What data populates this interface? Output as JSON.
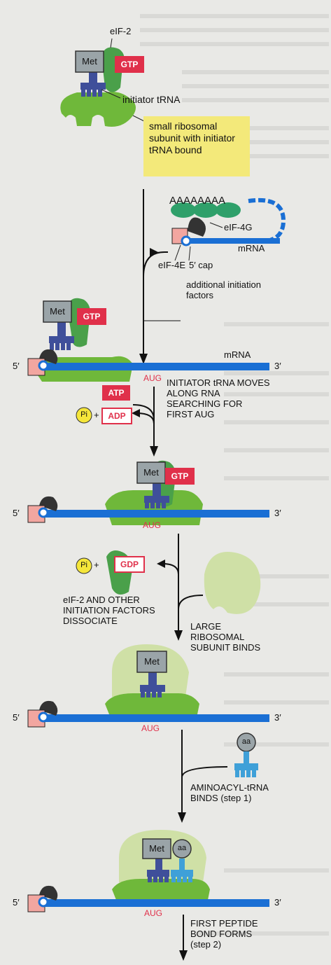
{
  "step0": {
    "met": "Met",
    "eif2": "eIF-2",
    "gtp": "GTP",
    "initiator_trna": "initiator tRNA",
    "callout": "small ribosomal subunit with initiator tRNA bound"
  },
  "mrna_complex": {
    "polya": "AAAAAAAA",
    "eif4g": "eIF-4G",
    "mrna": "mRNA",
    "eif4e": "eIF-4E",
    "cap": "5′ cap",
    "additional": "additional initiation factors"
  },
  "strand1": {
    "met": "Met",
    "gtp": "GTP",
    "mrna": "mRNA",
    "five": "5′",
    "three": "3′",
    "aug": "AUG"
  },
  "scan": {
    "atp": "ATP",
    "pi": "Pi",
    "plus": "+",
    "adp": "ADP",
    "text": "INITIATOR tRNA MOVES ALONG RNA SEARCHING FOR FIRST AUG"
  },
  "strand2": {
    "met": "Met",
    "gtp": "GTP",
    "five": "5′",
    "three": "3′",
    "aug": "AUG"
  },
  "dissociate": {
    "pi": "Pi",
    "plus": "+",
    "gdp": "GDP",
    "text": "eIF-2 AND OTHER INITIATION FACTORS DISSOCIATE"
  },
  "large": {
    "text": "LARGE RIBOSOMAL SUBUNIT BINDS"
  },
  "strand3": {
    "met": "Met",
    "five": "5′",
    "three": "3′",
    "aug": "AUG"
  },
  "aminoacyl": {
    "aa": "aa",
    "text": "AMINOACYL-tRNA BINDS (step 1)"
  },
  "strand4": {
    "met": "Met",
    "aa": "aa",
    "five": "5′",
    "three": "3′",
    "aug": "AUG"
  },
  "peptide": {
    "text": "FIRST PEPTIDE BOND FORMS (step 2)"
  },
  "colors": {
    "mrna": "#1a6fd4",
    "ribosome": "#6fb83a",
    "trna": "#3f4f9a",
    "gtp": "#e0304a",
    "cap": "#f2a6a0",
    "callout": "#f3e97a",
    "pi": "#f5e63a"
  }
}
